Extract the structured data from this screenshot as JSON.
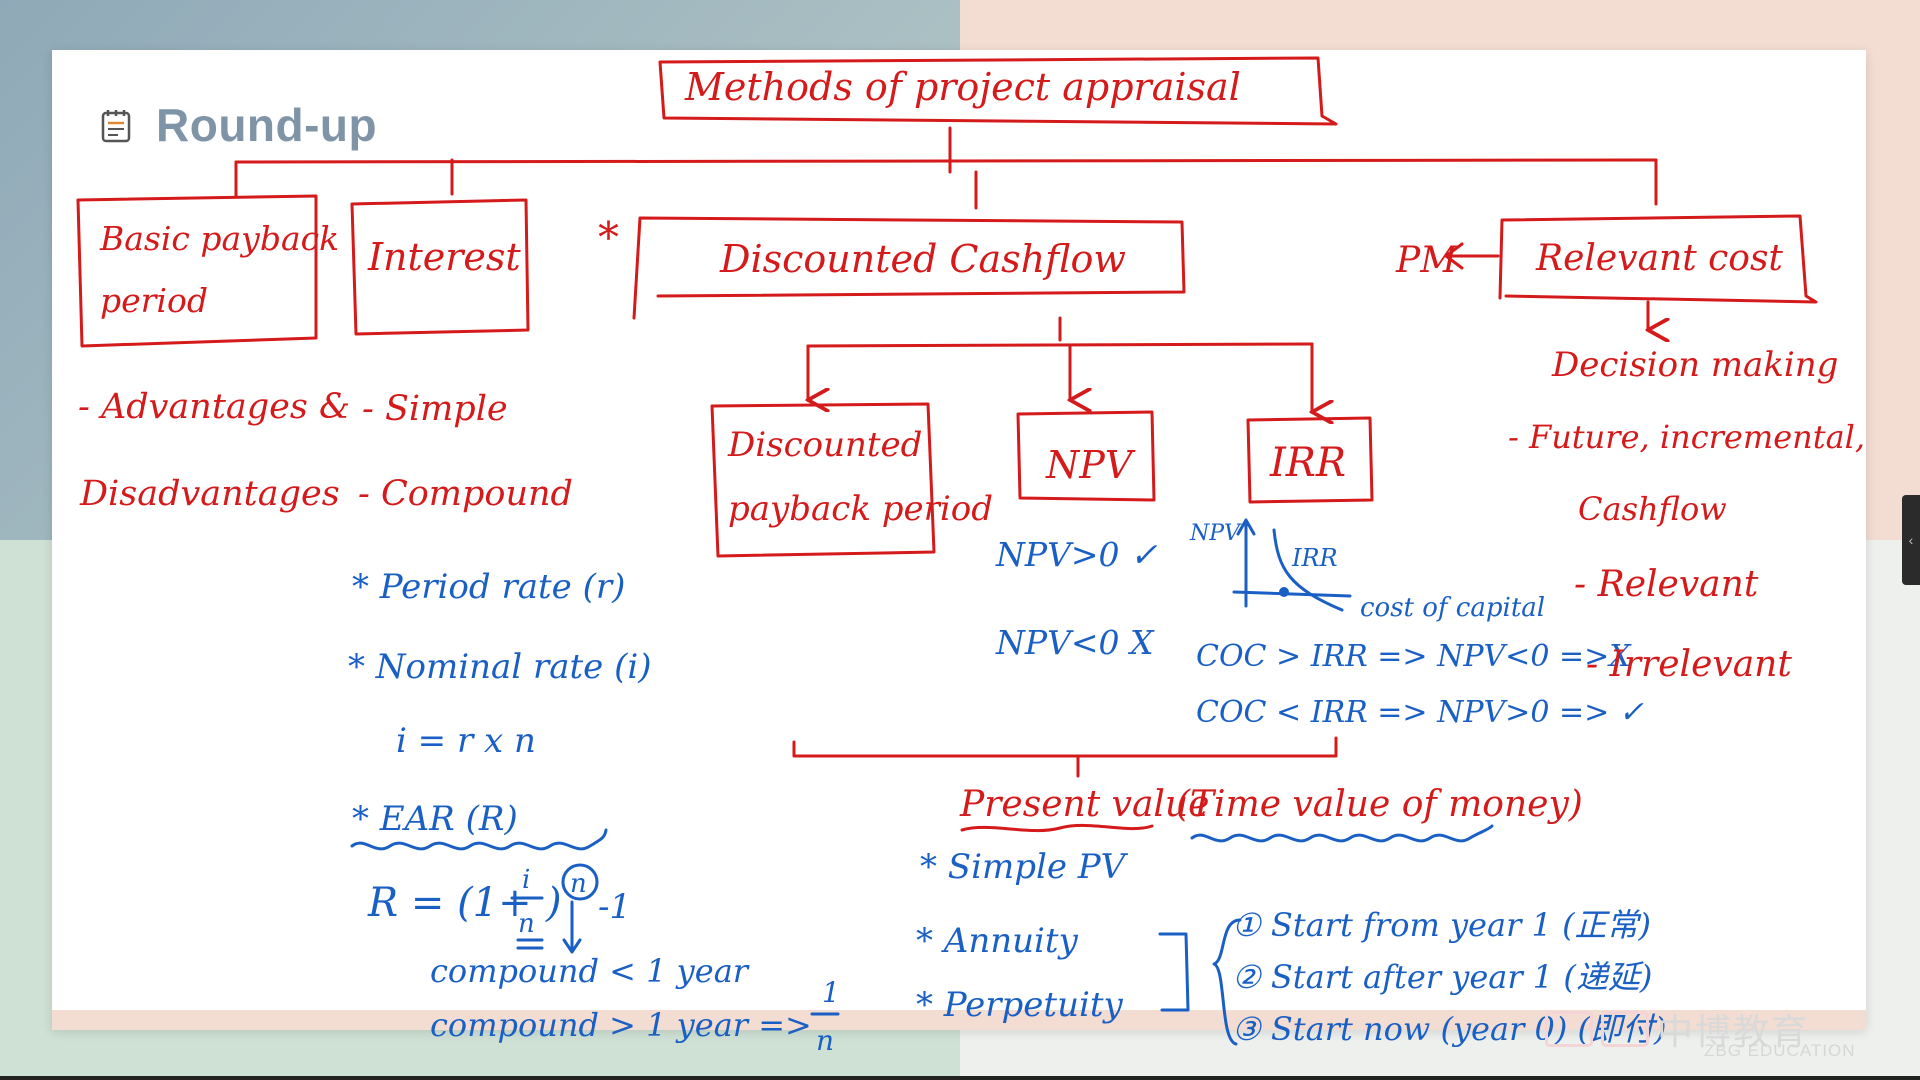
{
  "header": {
    "title": "Round-up",
    "icon": "notes-icon"
  },
  "watermark": {
    "cn": "中博教育",
    "en": "ZBG EDUCATION"
  },
  "colors": {
    "red_ink": "#d41a1a",
    "blue_ink": "#1a5fc4",
    "title_gray": "#7f95a7"
  },
  "diagram": {
    "root": "Methods of project appraisal",
    "basic": {
      "title_line1": "Basic payback",
      "title_line2": "period",
      "notes": [
        "- Advantages &",
        "Disadvantages"
      ]
    },
    "interest": {
      "title": "Interest",
      "notes": [
        "- Simple",
        "- Compound"
      ],
      "blue_notes": [
        "* Period rate (r)",
        "* Nominal rate (i)",
        "i =  r x n",
        "* EAR (R)"
      ],
      "formula_left": "R = (1+",
      "formula_num": "i",
      "formula_den": "n",
      "formula_exp": "n",
      "formula_right": "-1",
      "compound_less": "compound < 1 year",
      "compound_more": "compound > 1 year =>",
      "frac_num": "1",
      "frac_den": "n"
    },
    "dcf": {
      "star": "*",
      "title": "Discounted Cashflow",
      "children": {
        "dpp_line1": "Discounted",
        "dpp_line2": "payback period",
        "npv": "NPV",
        "irr": "IRR"
      },
      "npv_notes": [
        "NPV>0 ✓",
        "NPV<0 X"
      ],
      "irr_graph": {
        "y_label": "NPV",
        "curve_label": "IRR",
        "x_label": "cost of capital"
      },
      "irr_notes": [
        "COC > IRR => NPV<0 =>X",
        "COC < IRR => NPV>0 => ✓"
      ]
    },
    "relevant": {
      "pm": "PM",
      "title": "Relevant cost",
      "decision": "Decision making",
      "notes": [
        "- Future, incremental,",
        "Cashflow",
        "- Relevant",
        "- Irrelevant"
      ]
    },
    "pv": {
      "title": "Present value",
      "subtitle": "(Time value of money)",
      "items": [
        "* Simple PV",
        "* Annuity",
        "* Perpetuity"
      ],
      "starts": [
        "① Start from year 1 (正常)",
        "② Start after year 1 (递延)",
        "③ Start now (year 0) (即付)"
      ]
    }
  }
}
